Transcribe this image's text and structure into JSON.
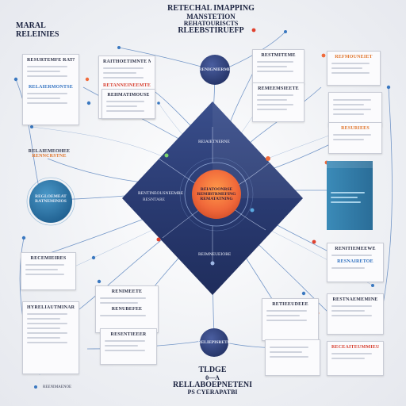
{
  "header": {
    "line1": "RETECHAL IMAPPING",
    "line2": "MANSTETION",
    "line3": "REHATOURISCTS",
    "line4": "RLEEBSTIRUEFP"
  },
  "left_title": {
    "line1": "MARAL",
    "line2": "RELEINIES"
  },
  "center_node": {
    "line1": "REIATOONRSE",
    "line2": "REMIBTRMEFING",
    "line3": "REMATATNING"
  },
  "top_node": "RENIGNIERME",
  "bottom_node": "RELIEPISRETE",
  "left_node": {
    "line1": "REGLOEMEAT",
    "line2": "RATNEMINIOS"
  },
  "diamond_labels": {
    "upper": "REIAIETNERNE",
    "left": "RENTINEOUSNEEMRE",
    "left_sub": "RESNTARE",
    "lower": "REIMNEUEIORE"
  },
  "cards": {
    "tl1": "RESURTEMFE RATNOIE",
    "tl2": "RELAIERMONTSE",
    "tc1": "RAITHOETIMNTE MEMEEME",
    "tc2": "RETANNEINEEMTES",
    "tc3": "REHMATIMOUSE",
    "tr1": "RESTMITEME",
    "tr2": "REFMOUNEIET",
    "tr3": "REMEEMSIEETE",
    "tr4": "RESURIEES",
    "ml1": "RELAIEMEOHEE",
    "ml2": "RENNCRSTNE",
    "bl1": "RECEMIEIRES",
    "bl2": "HYRELIAUTMINAR",
    "bc1": "RENIMEETE",
    "bc2": "RENUBEFEE",
    "bc3": "RESENTIEEER",
    "mr1": "RENITIEMEEWE",
    "mr2": "RESNAIRETOE",
    "br1": "RETIEEUDEEE",
    "br2": "RESTNAEMEMINE",
    "br3": "RECEAITEUMMIEUE"
  },
  "footer": {
    "line1": "TLDGE",
    "line2": "0—A",
    "line3": "RELLABOEPNETENI",
    "line4": "PS CYERAPATBI",
    "left_small": "REENIMAENOE"
  },
  "colors": {
    "navy": "#27386a",
    "orange": "#f06a3a",
    "teal": "#3a8ab3",
    "accent_red": "#e0412e"
  }
}
